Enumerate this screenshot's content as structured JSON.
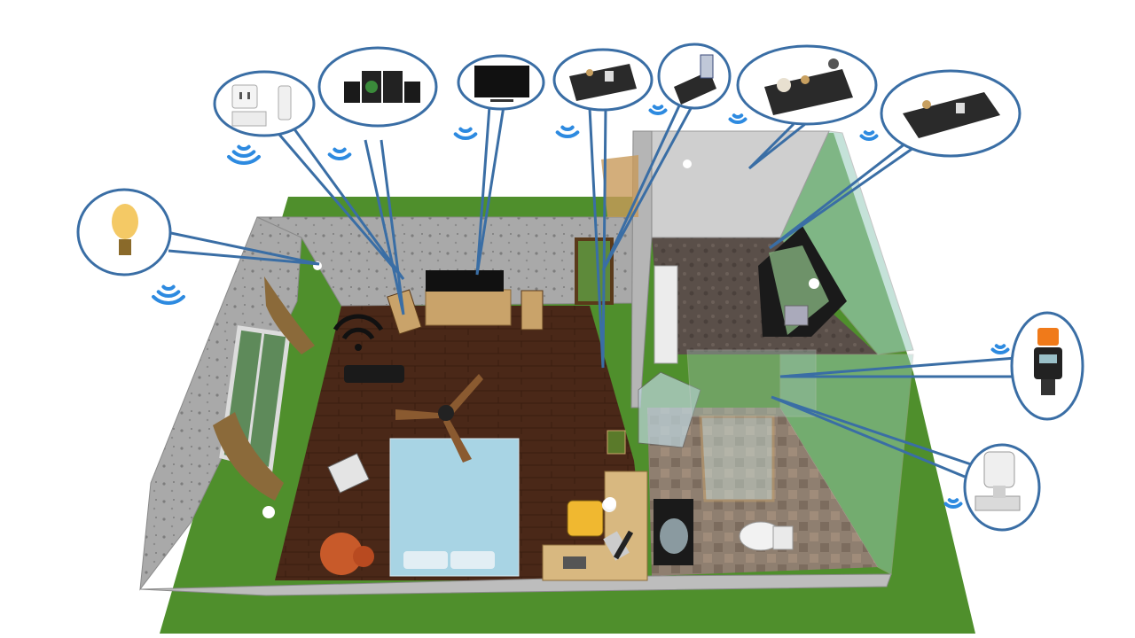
{
  "scene": {
    "title": "",
    "colors": {
      "grass": "#4f8f2c",
      "wall": "#a8a8a8",
      "floor_wood": "#4a2818",
      "bath_tile": "#8f7f70",
      "glass": "#9fd0c0",
      "callout_stroke": "#3a6ea5",
      "wifi_blue": "#2d8ae0"
    },
    "rooms": [
      {
        "name": "bedroom",
        "floor": "dark-wood"
      },
      {
        "name": "kitchenette",
        "floor": "dark-stone"
      },
      {
        "name": "bathroom",
        "floor": "stone-tile"
      }
    ],
    "furniture": [
      {
        "name": "bed"
      },
      {
        "name": "ceiling-fan"
      },
      {
        "name": "tv-stand"
      },
      {
        "name": "desk"
      },
      {
        "name": "desk-chair"
      },
      {
        "name": "round-table"
      },
      {
        "name": "nightstand"
      },
      {
        "name": "sink"
      },
      {
        "name": "toilet"
      },
      {
        "name": "shower"
      },
      {
        "name": "kitchen-counter"
      },
      {
        "name": "wardrobe"
      }
    ],
    "devices": [
      {
        "name": "smart-bulb",
        "icon": "lightbulb-icon"
      },
      {
        "name": "smart-plug-and-switch",
        "icon": "smart-plug-icon"
      },
      {
        "name": "speaker-system",
        "icon": "speaker-icon"
      },
      {
        "name": "smart-tv",
        "icon": "tv-icon"
      },
      {
        "name": "controller-board-1",
        "icon": "circuit-board-icon"
      },
      {
        "name": "controller-module",
        "icon": "module-icon"
      },
      {
        "name": "sensor-board",
        "icon": "sensor-board-icon"
      },
      {
        "name": "controller-board-2",
        "icon": "circuit-board-icon"
      },
      {
        "name": "water-flow-meter",
        "icon": "water-meter-icon"
      },
      {
        "name": "thermostatic-radiator-valve",
        "icon": "radiator-valve-icon"
      },
      {
        "name": "wifi-router",
        "icon": "router-icon"
      }
    ]
  }
}
